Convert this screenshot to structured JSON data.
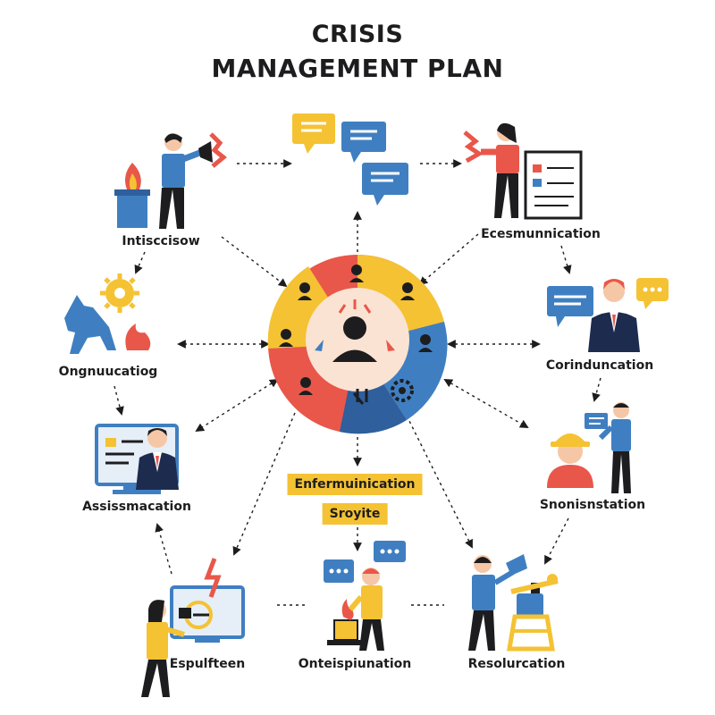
{
  "title": {
    "line1": "CRISIS",
    "line2": "MANAGEMENT PLAN"
  },
  "nodes": [
    {
      "id": "top-left",
      "label": "Intisccisow"
    },
    {
      "id": "top-right",
      "label": "Ecesmunnication"
    },
    {
      "id": "mid-left",
      "label": "Ongnuucatiog"
    },
    {
      "id": "mid-right",
      "label": "Corinduncation"
    },
    {
      "id": "lower-left",
      "label": "Assissmacation"
    },
    {
      "id": "lower-right",
      "label": "Snonisnstation"
    },
    {
      "id": "bottom-left",
      "label": "Espulfteen"
    },
    {
      "id": "bottom-center",
      "label": "Onteispiunation"
    },
    {
      "id": "bottom-right",
      "label": "Resolurcation"
    }
  ],
  "center_banner": {
    "line1": "Enfermuinication",
    "line2": "Sroyite"
  },
  "colors": {
    "red": "#e8574a",
    "blue": "#3f7fc1",
    "yellow": "#f4c233",
    "dark": "#1d1d1f",
    "skin": "#f6c7a6"
  },
  "icons": {
    "title": "crisis-management-plan",
    "hub": "team-hub"
  }
}
